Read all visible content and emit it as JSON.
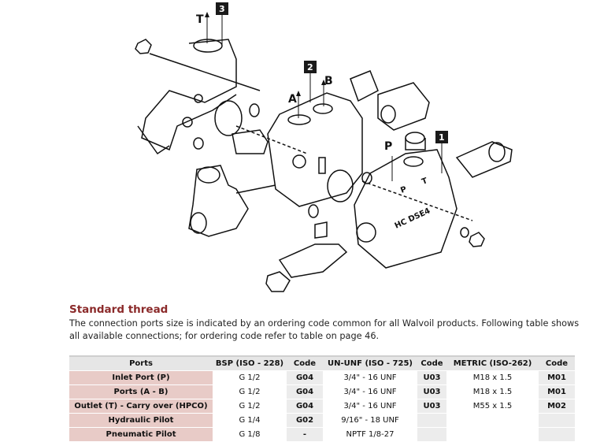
{
  "diagram": {
    "callouts": [
      "3",
      "2",
      "1"
    ],
    "port_labels": [
      "T",
      "A",
      "B",
      "P"
    ],
    "body_markings": [
      "P",
      "T",
      "HC DSE4"
    ]
  },
  "section": {
    "title": "Standard thread",
    "description": "The connection ports size is indicated by an ordering code common for all Walvoil products. Following table shows all available connections; for ordering code refer to table on page 46."
  },
  "table": {
    "headers": [
      "Ports",
      "BSP (ISO - 228)",
      "Code",
      "UN-UNF (ISO - 725)",
      "Code",
      "METRIC (ISO-262)",
      "Code"
    ],
    "rows": [
      [
        "Inlet Port (P)",
        "G 1/2",
        "G04",
        "3/4\" - 16 UNF",
        "U03",
        "M18 x 1.5",
        "M01"
      ],
      [
        "Ports (A - B)",
        "G 1/2",
        "G04",
        "3/4\" - 16 UNF",
        "U03",
        "M18 x 1.5",
        "M01"
      ],
      [
        "Outlet (T) - Carry over (HPCO)",
        "G 1/2",
        "G04",
        "3/4\" - 16 UNF",
        "U03",
        "M55 x 1.5",
        "M02"
      ],
      [
        "Hydraulic Pilot",
        "G 1/4",
        "G02",
        "9/16\" - 18 UNF",
        "",
        "",
        ""
      ],
      [
        "Pneumatic Pilot",
        "G 1/8",
        "-",
        "NPTF 1/8-27",
        "",
        "",
        ""
      ]
    ]
  }
}
